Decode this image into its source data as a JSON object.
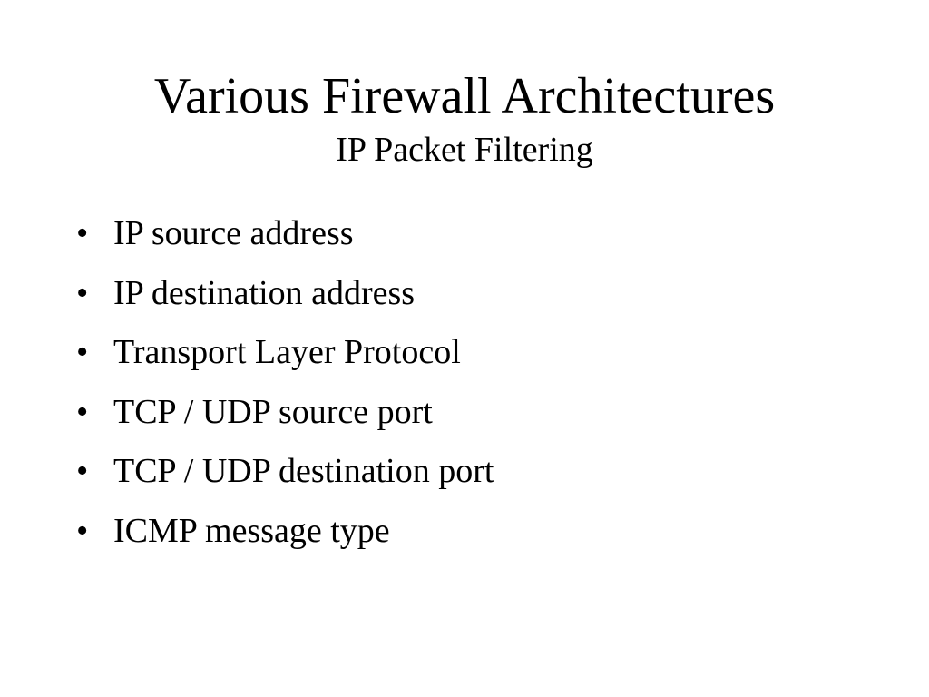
{
  "slide": {
    "title": "Various Firewall Architectures",
    "subtitle": "IP Packet Filtering",
    "bullet_char": "•",
    "bullets": [
      "IP source address",
      "IP destination address",
      "Transport Layer Protocol",
      "TCP / UDP source port",
      "TCP / UDP destination port",
      "ICMP message type"
    ]
  }
}
